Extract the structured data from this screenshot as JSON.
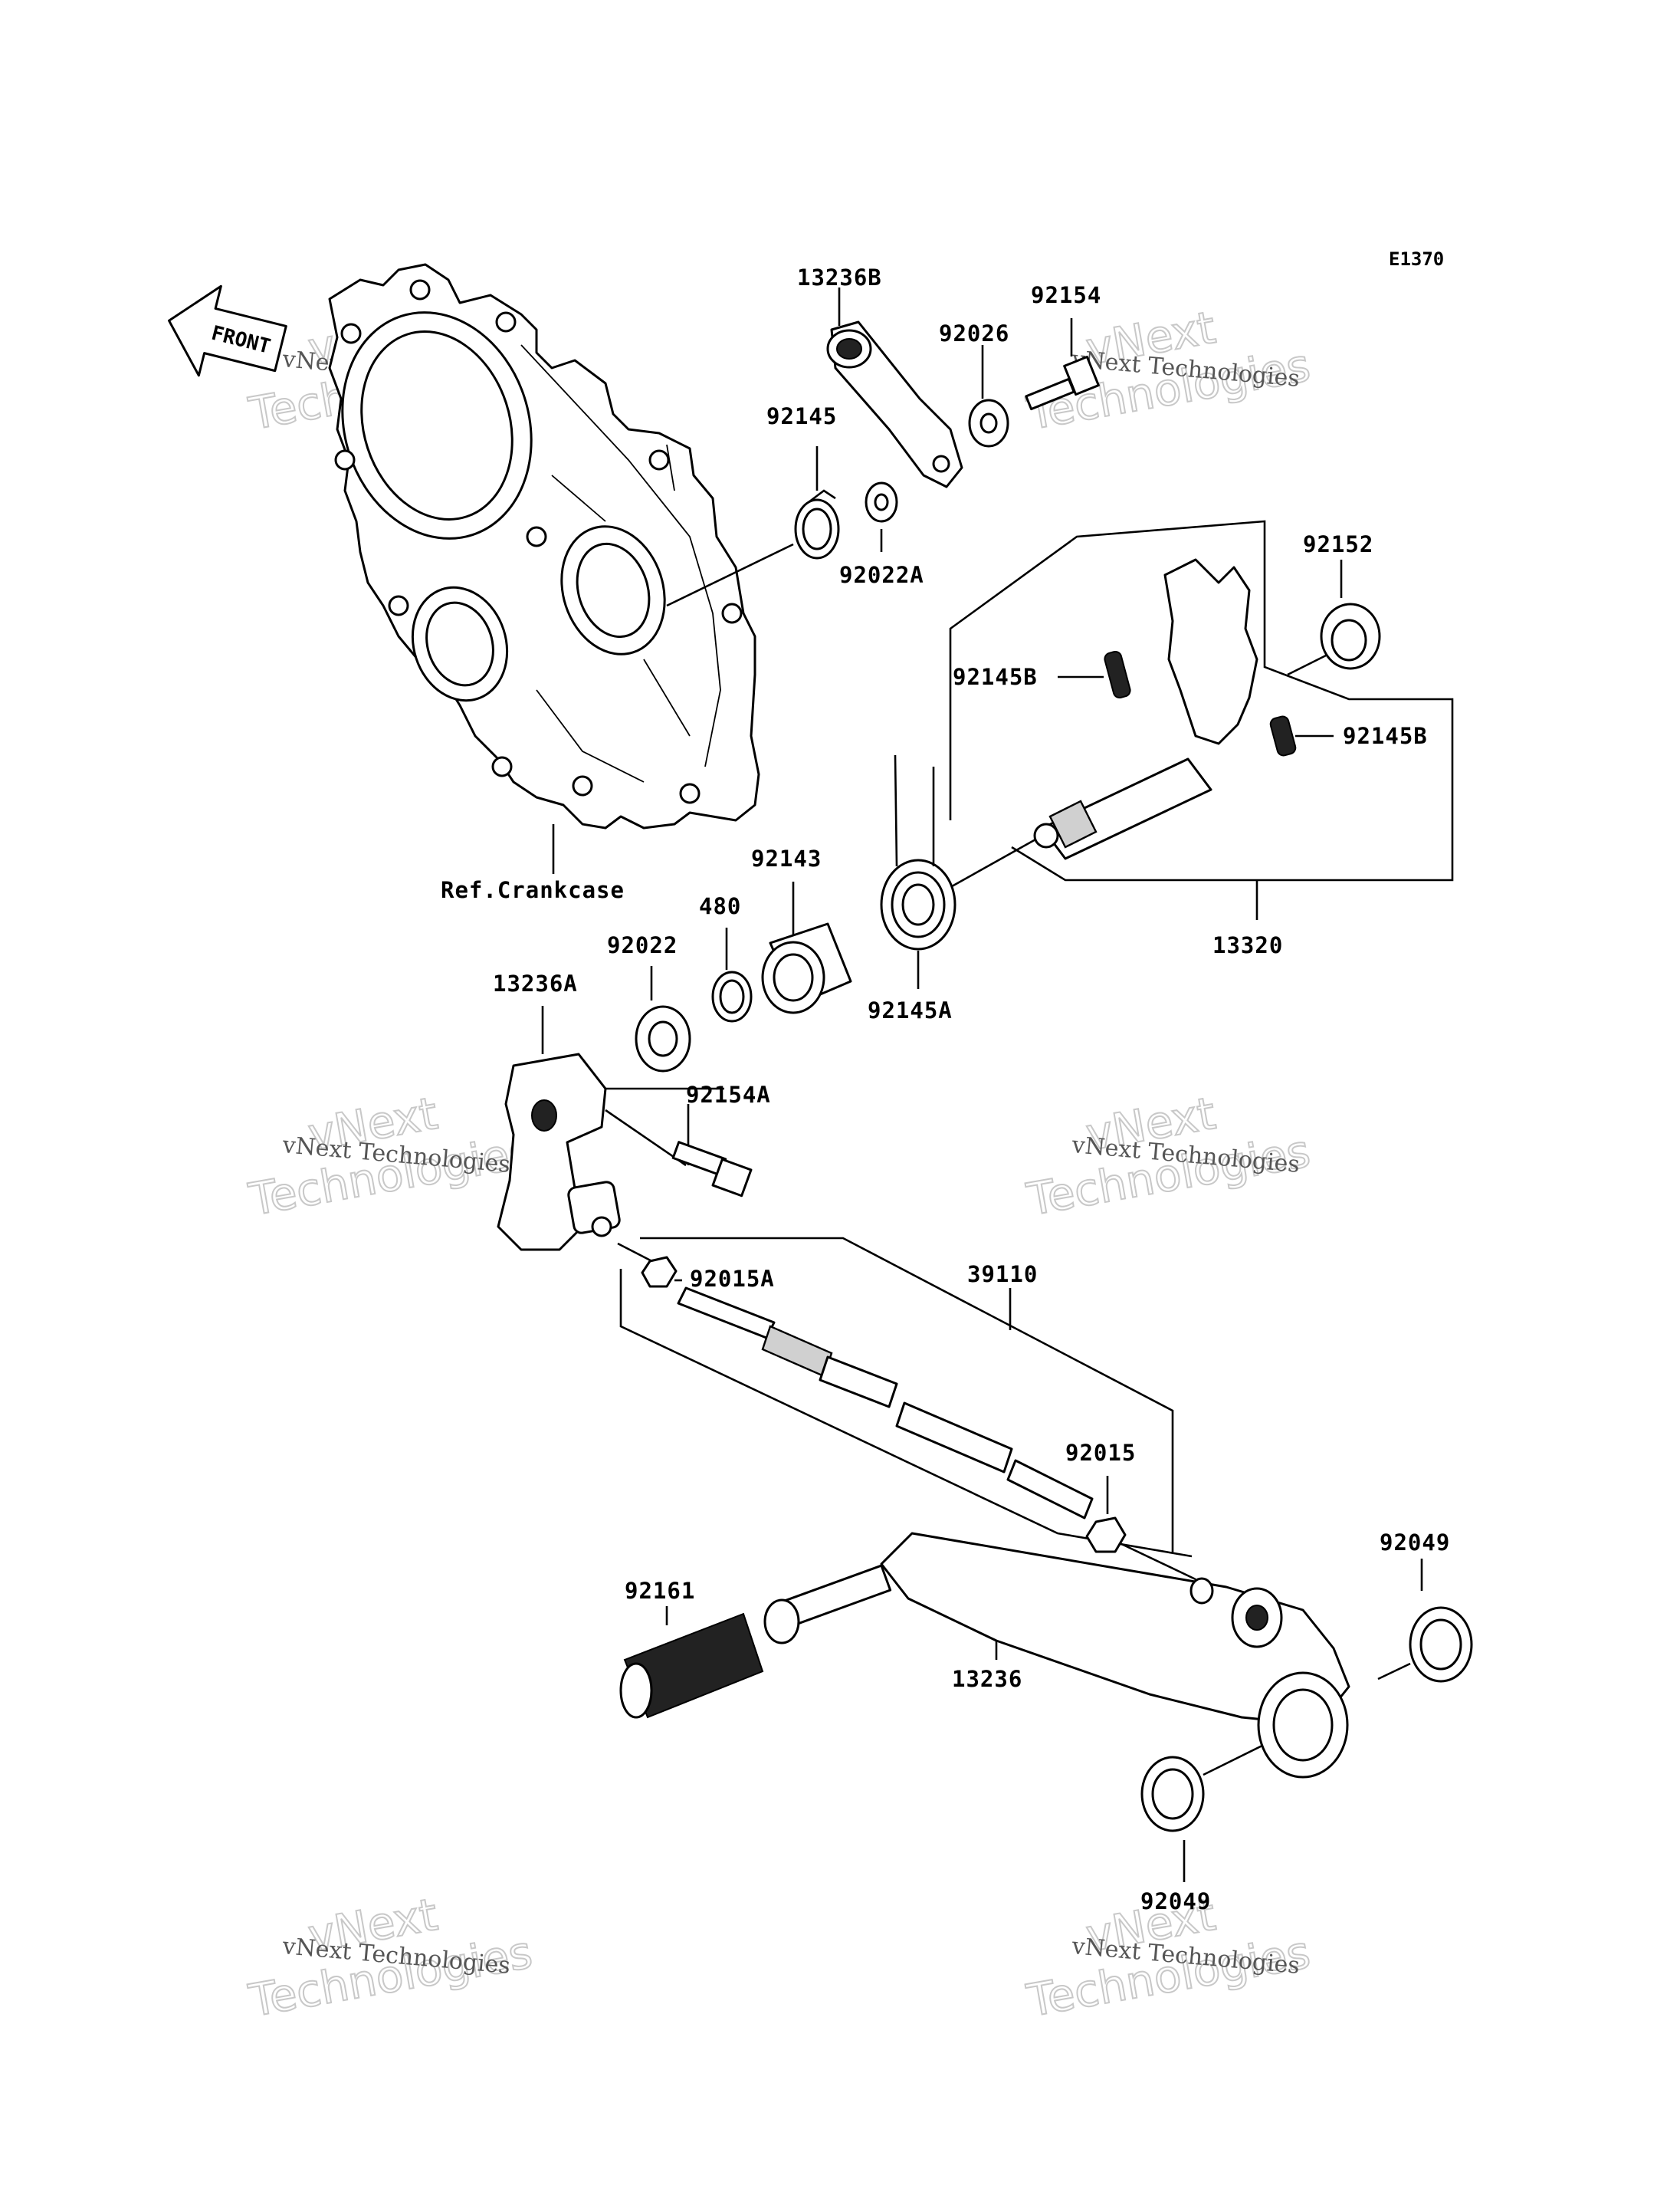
{
  "diagram_code": "E1370",
  "front_arrow_text": "FRONT",
  "reference_label": "Ref.Crankcase",
  "part_labels": {
    "p13236B": "13236B",
    "p92154": "92154",
    "p92026": "92026",
    "p92145": "92145",
    "p92022A": "92022A",
    "p92152": "92152",
    "p92145B_left": "92145B",
    "p92145B_right": "92145B",
    "p92143": "92143",
    "p480": "480",
    "p92022": "92022",
    "p13236A": "13236A",
    "p92145A": "92145A",
    "p13320": "13320",
    "p92154A": "92154A",
    "p92015A": "92015A",
    "p39110": "39110",
    "p92015": "92015",
    "p92049": "92049",
    "p92161": "92161",
    "p13236": "13236",
    "p92049_bottom": "92049"
  },
  "watermark": {
    "brand_line": "vNext Technologies",
    "brand_big_top": "vNext",
    "brand_big_bottom": "Technologies"
  }
}
